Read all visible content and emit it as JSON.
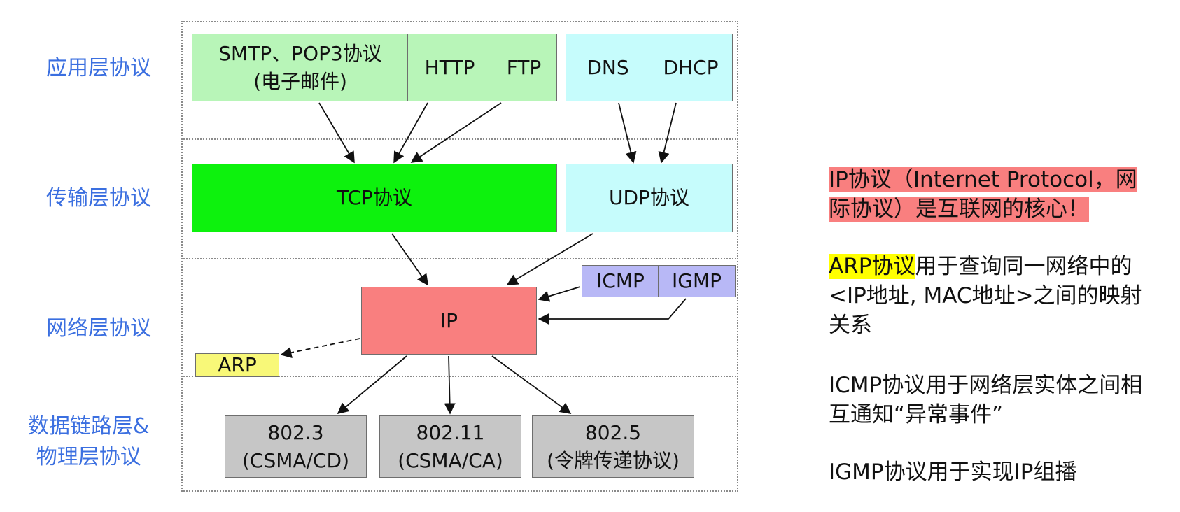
{
  "layers": {
    "application": "应用层协议",
    "transport": "传输层协议",
    "network": "网络层协议",
    "datalink_line1": "数据链路层&",
    "datalink_line2": "物理层协议"
  },
  "application_protocols": {
    "smtp_line1": "SMTP、POP3协议",
    "smtp_line2": "(电子邮件)",
    "http": "HTTP",
    "ftp": "FTP",
    "dns": "DNS",
    "dhcp": "DHCP"
  },
  "transport_protocols": {
    "tcp": "TCP协议",
    "udp": "UDP协议"
  },
  "network_protocols": {
    "ip": "IP",
    "icmp": "ICMP",
    "igmp": "IGMP",
    "arp": "ARP"
  },
  "link_protocols": [
    {
      "line1": "802.3",
      "line2": "(CSMA/CD)"
    },
    {
      "line1": "802.11",
      "line2": "(CSMA/CA)"
    },
    {
      "line1": "802.5",
      "line2": "(令牌传递协议)"
    }
  ],
  "notes": {
    "ip": "IP协议（Internet Protocol，网际协议）是互联网的核心！",
    "arp_highlight": "ARP协议",
    "arp_rest": "用于查询同一网络中的<IP地址, MAC地址>之间的映射关系",
    "icmp": "ICMP协议用于网络层实体之间相互通知“异常事件”",
    "igmp": "IGMP协议用于实现IP组播"
  },
  "colors": {
    "layer_label": "#3b6fe0",
    "app_tcp_side": "#b8f5b8",
    "app_udp_side": "#c6fcfc",
    "tcp": "#0df20d",
    "ip": "#f97f7f",
    "icmp_igmp": "#b8b8f6",
    "arp": "#f8f878",
    "link": "#c6c6c6",
    "ip_note_highlight": "#f97f7f",
    "arp_note_highlight": "#ffff00"
  }
}
